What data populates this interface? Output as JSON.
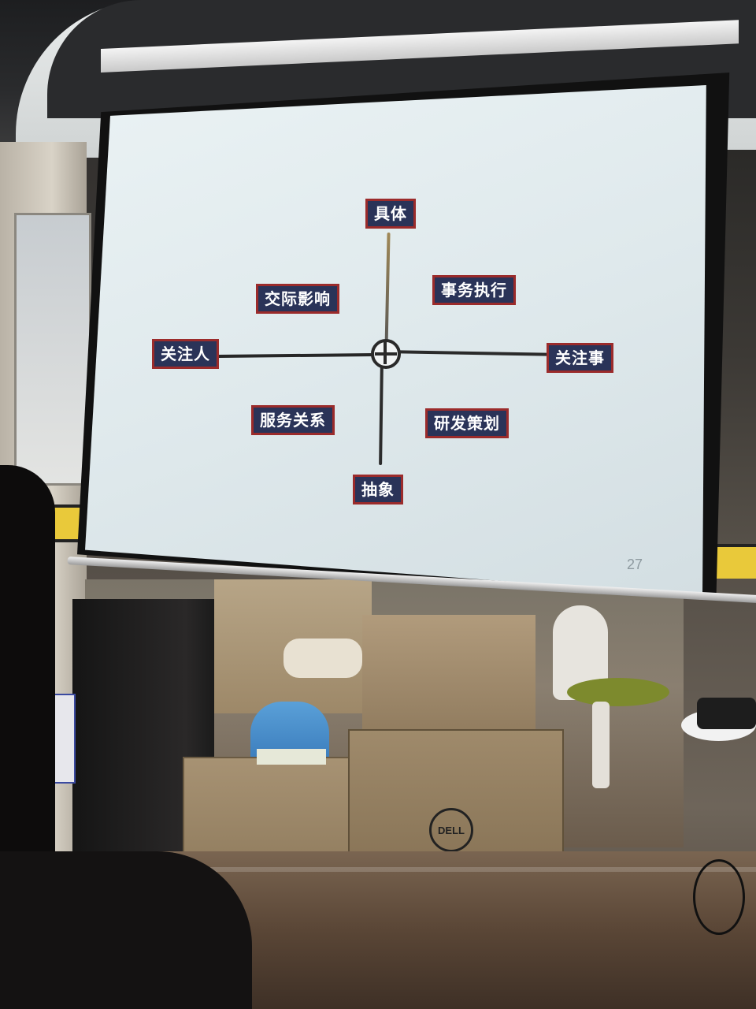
{
  "slide": {
    "labels": {
      "top": "具体",
      "bottom": "抽象",
      "left": "关注人",
      "right": "关注事",
      "upper_left": "交际影响",
      "upper_right": "事务执行",
      "lower_left": "服务关系",
      "lower_right": "研发策划"
    },
    "page_number": "27"
  },
  "scene": {
    "box_brand": "DELL"
  },
  "colors": {
    "label_bg": "#2a3358",
    "label_border": "#9b2b2b",
    "slide_bg": "#e4eef1"
  }
}
